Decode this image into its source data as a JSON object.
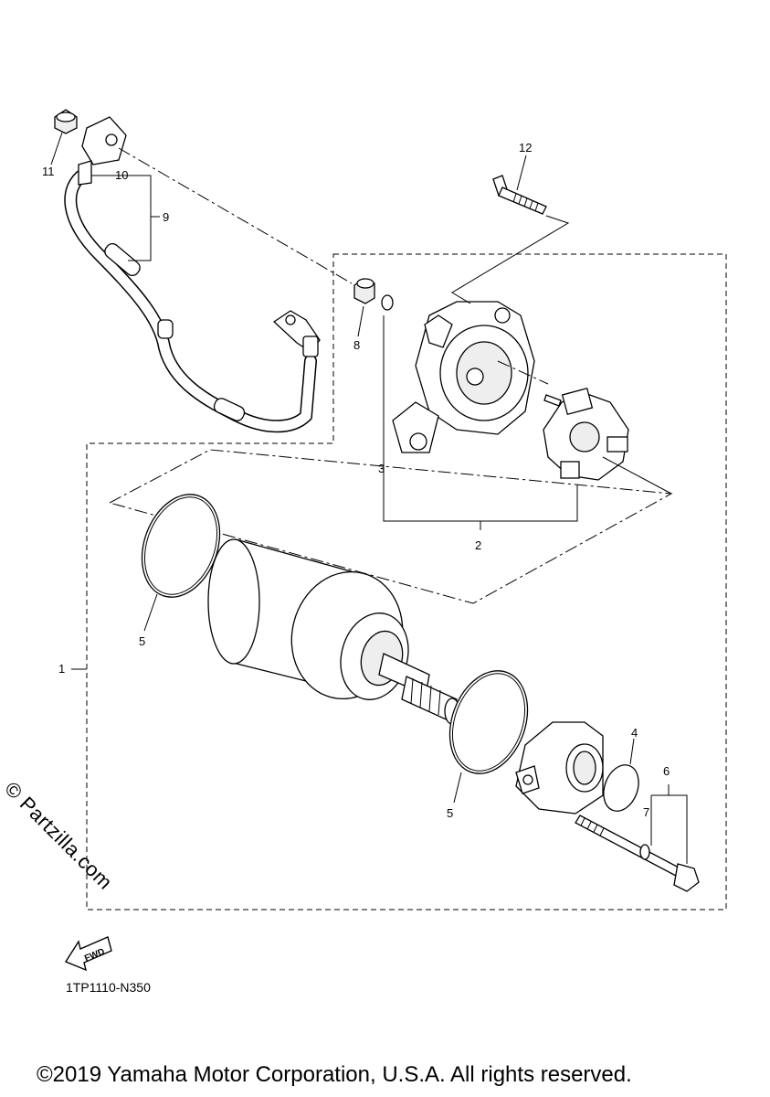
{
  "callouts": {
    "c1": "1",
    "c2": "2",
    "c3": "3",
    "c4": "4",
    "c5a": "5",
    "c5b": "5",
    "c6": "6",
    "c7": "7",
    "c8": "8",
    "c9": "9",
    "c10": "10",
    "c11": "11",
    "c12": "12"
  },
  "fwd_label": "FWD",
  "watermark": "© Partzilla.com",
  "diagram_code": "1TP1110-N350",
  "copyright": "©2019 Yamaha Motor Corporation, U.S.A. All rights reserved."
}
